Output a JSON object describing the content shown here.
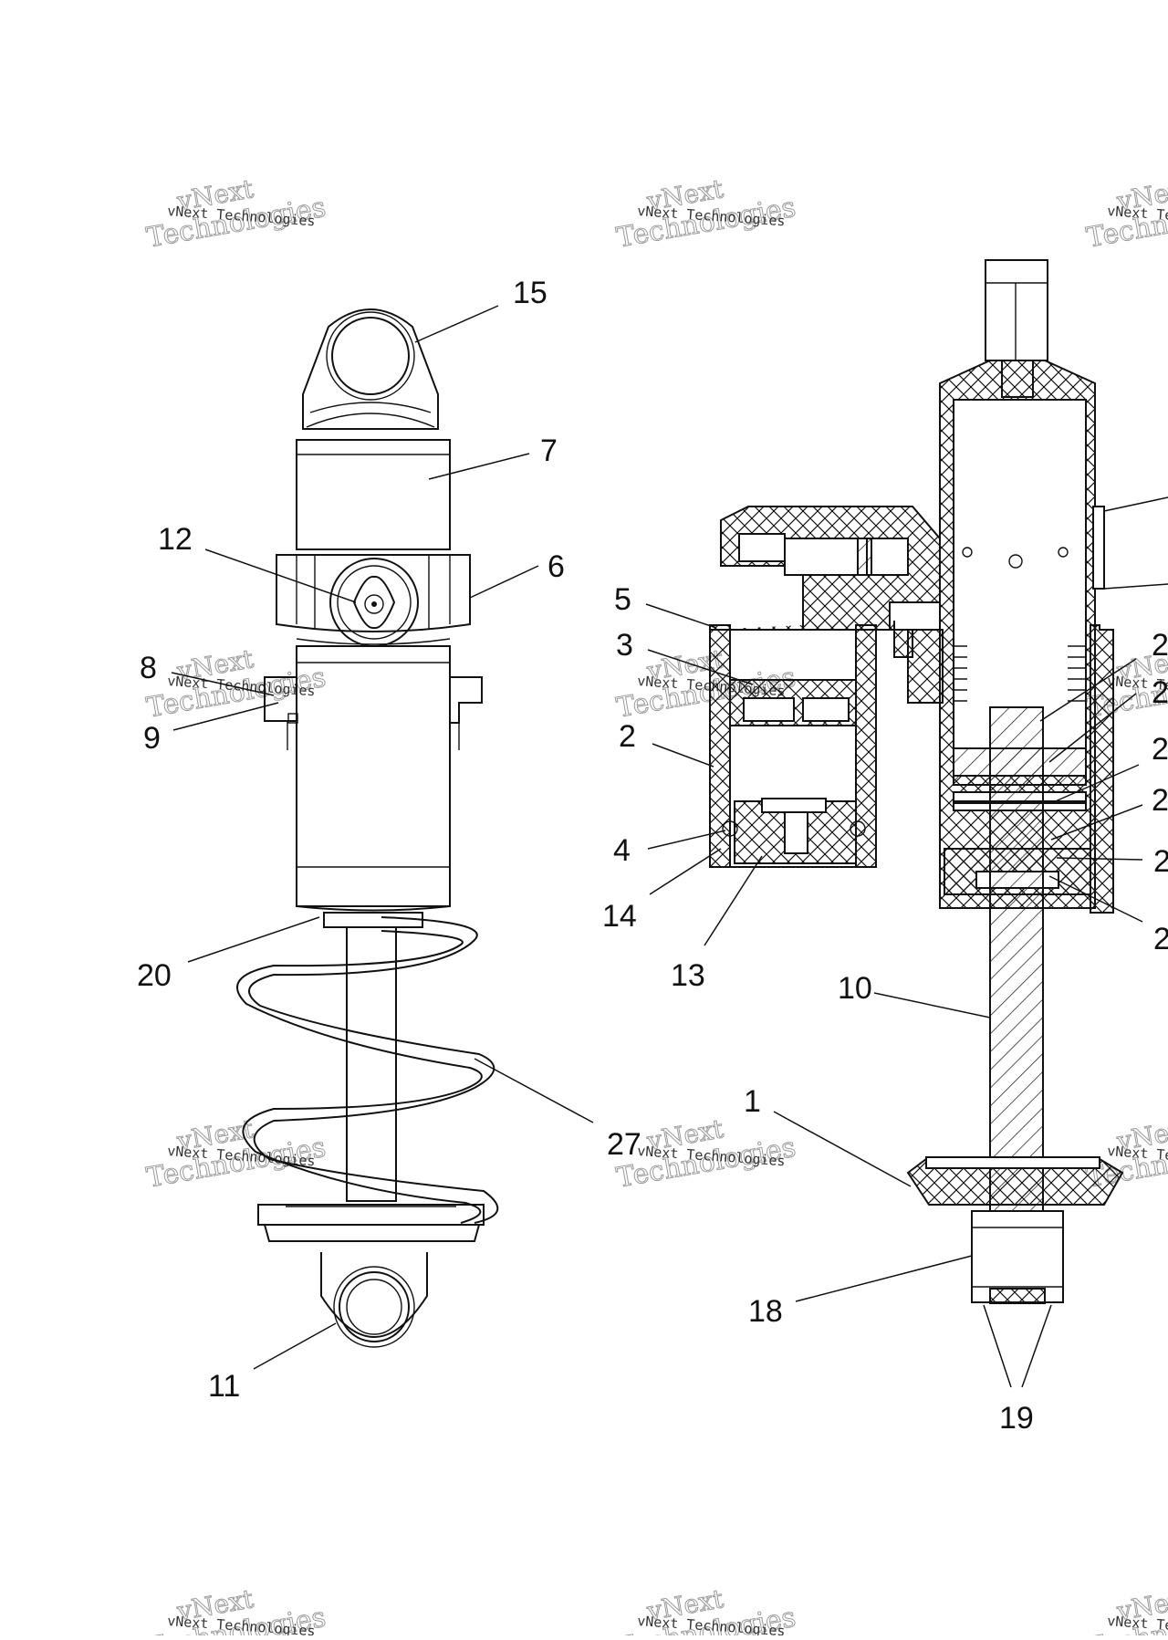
{
  "watermark": {
    "line_big": "vNext",
    "line_small": "vNext Technologies",
    "line_outline": "Technologies"
  },
  "callouts": {
    "c15": "15",
    "c7": "7",
    "c12": "12",
    "c6": "6",
    "c8": "8",
    "c9": "9",
    "c20": "20",
    "c27": "27",
    "c11": "11",
    "c5": "5",
    "c3": "3",
    "c2": "2",
    "c4": "4",
    "c14": "14",
    "c13": "13",
    "c10": "10",
    "c1": "1",
    "c18": "18",
    "c19": "19",
    "r1": "2",
    "r2": "2",
    "r3": "2",
    "r4": "2",
    "r5": "2",
    "r6": "2"
  }
}
